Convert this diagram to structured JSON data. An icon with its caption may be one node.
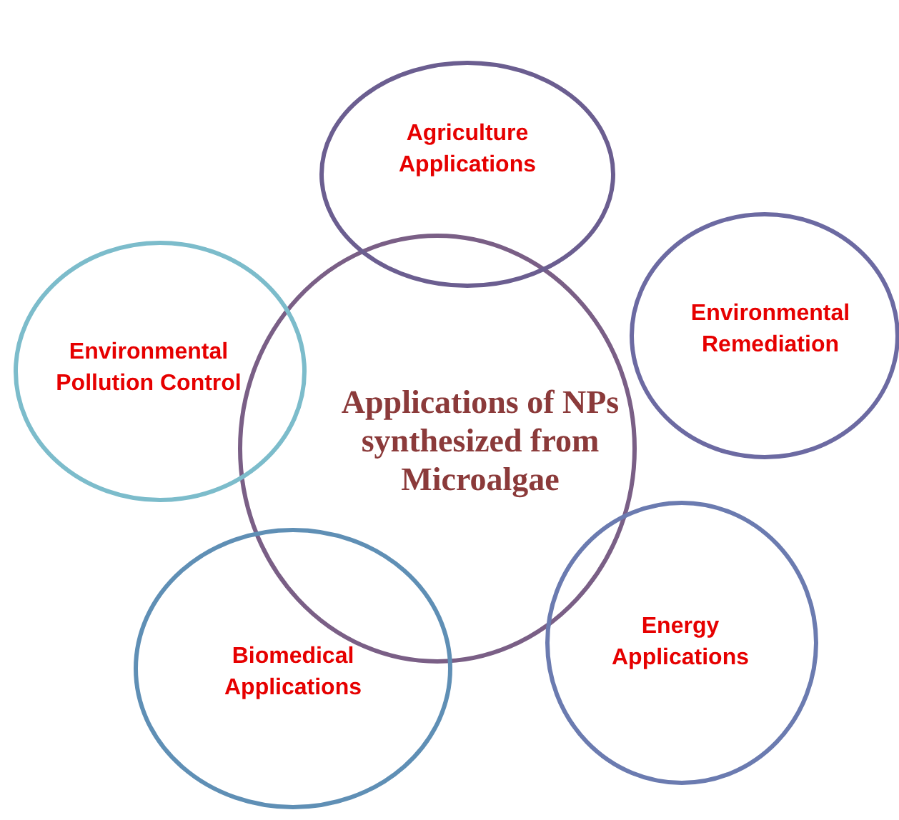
{
  "diagram": {
    "nodes": [
      {
        "text": [
          "Agriculture Applications"
        ]
      },
      {
        "text": [
          "Environmental Remediation"
        ]
      },
      {
        "text": [
          "Environmental Pollution Control"
        ]
      },
      {
        "text": [
          "Applications of NPs synthesized from Microalgae"
        ]
      },
      {
        "text": [
          "Energy Applications"
        ]
      },
      {
        "text": [
          "Biomedical Applications"
        ]
      }
    ],
    "edges": []
  }
}
